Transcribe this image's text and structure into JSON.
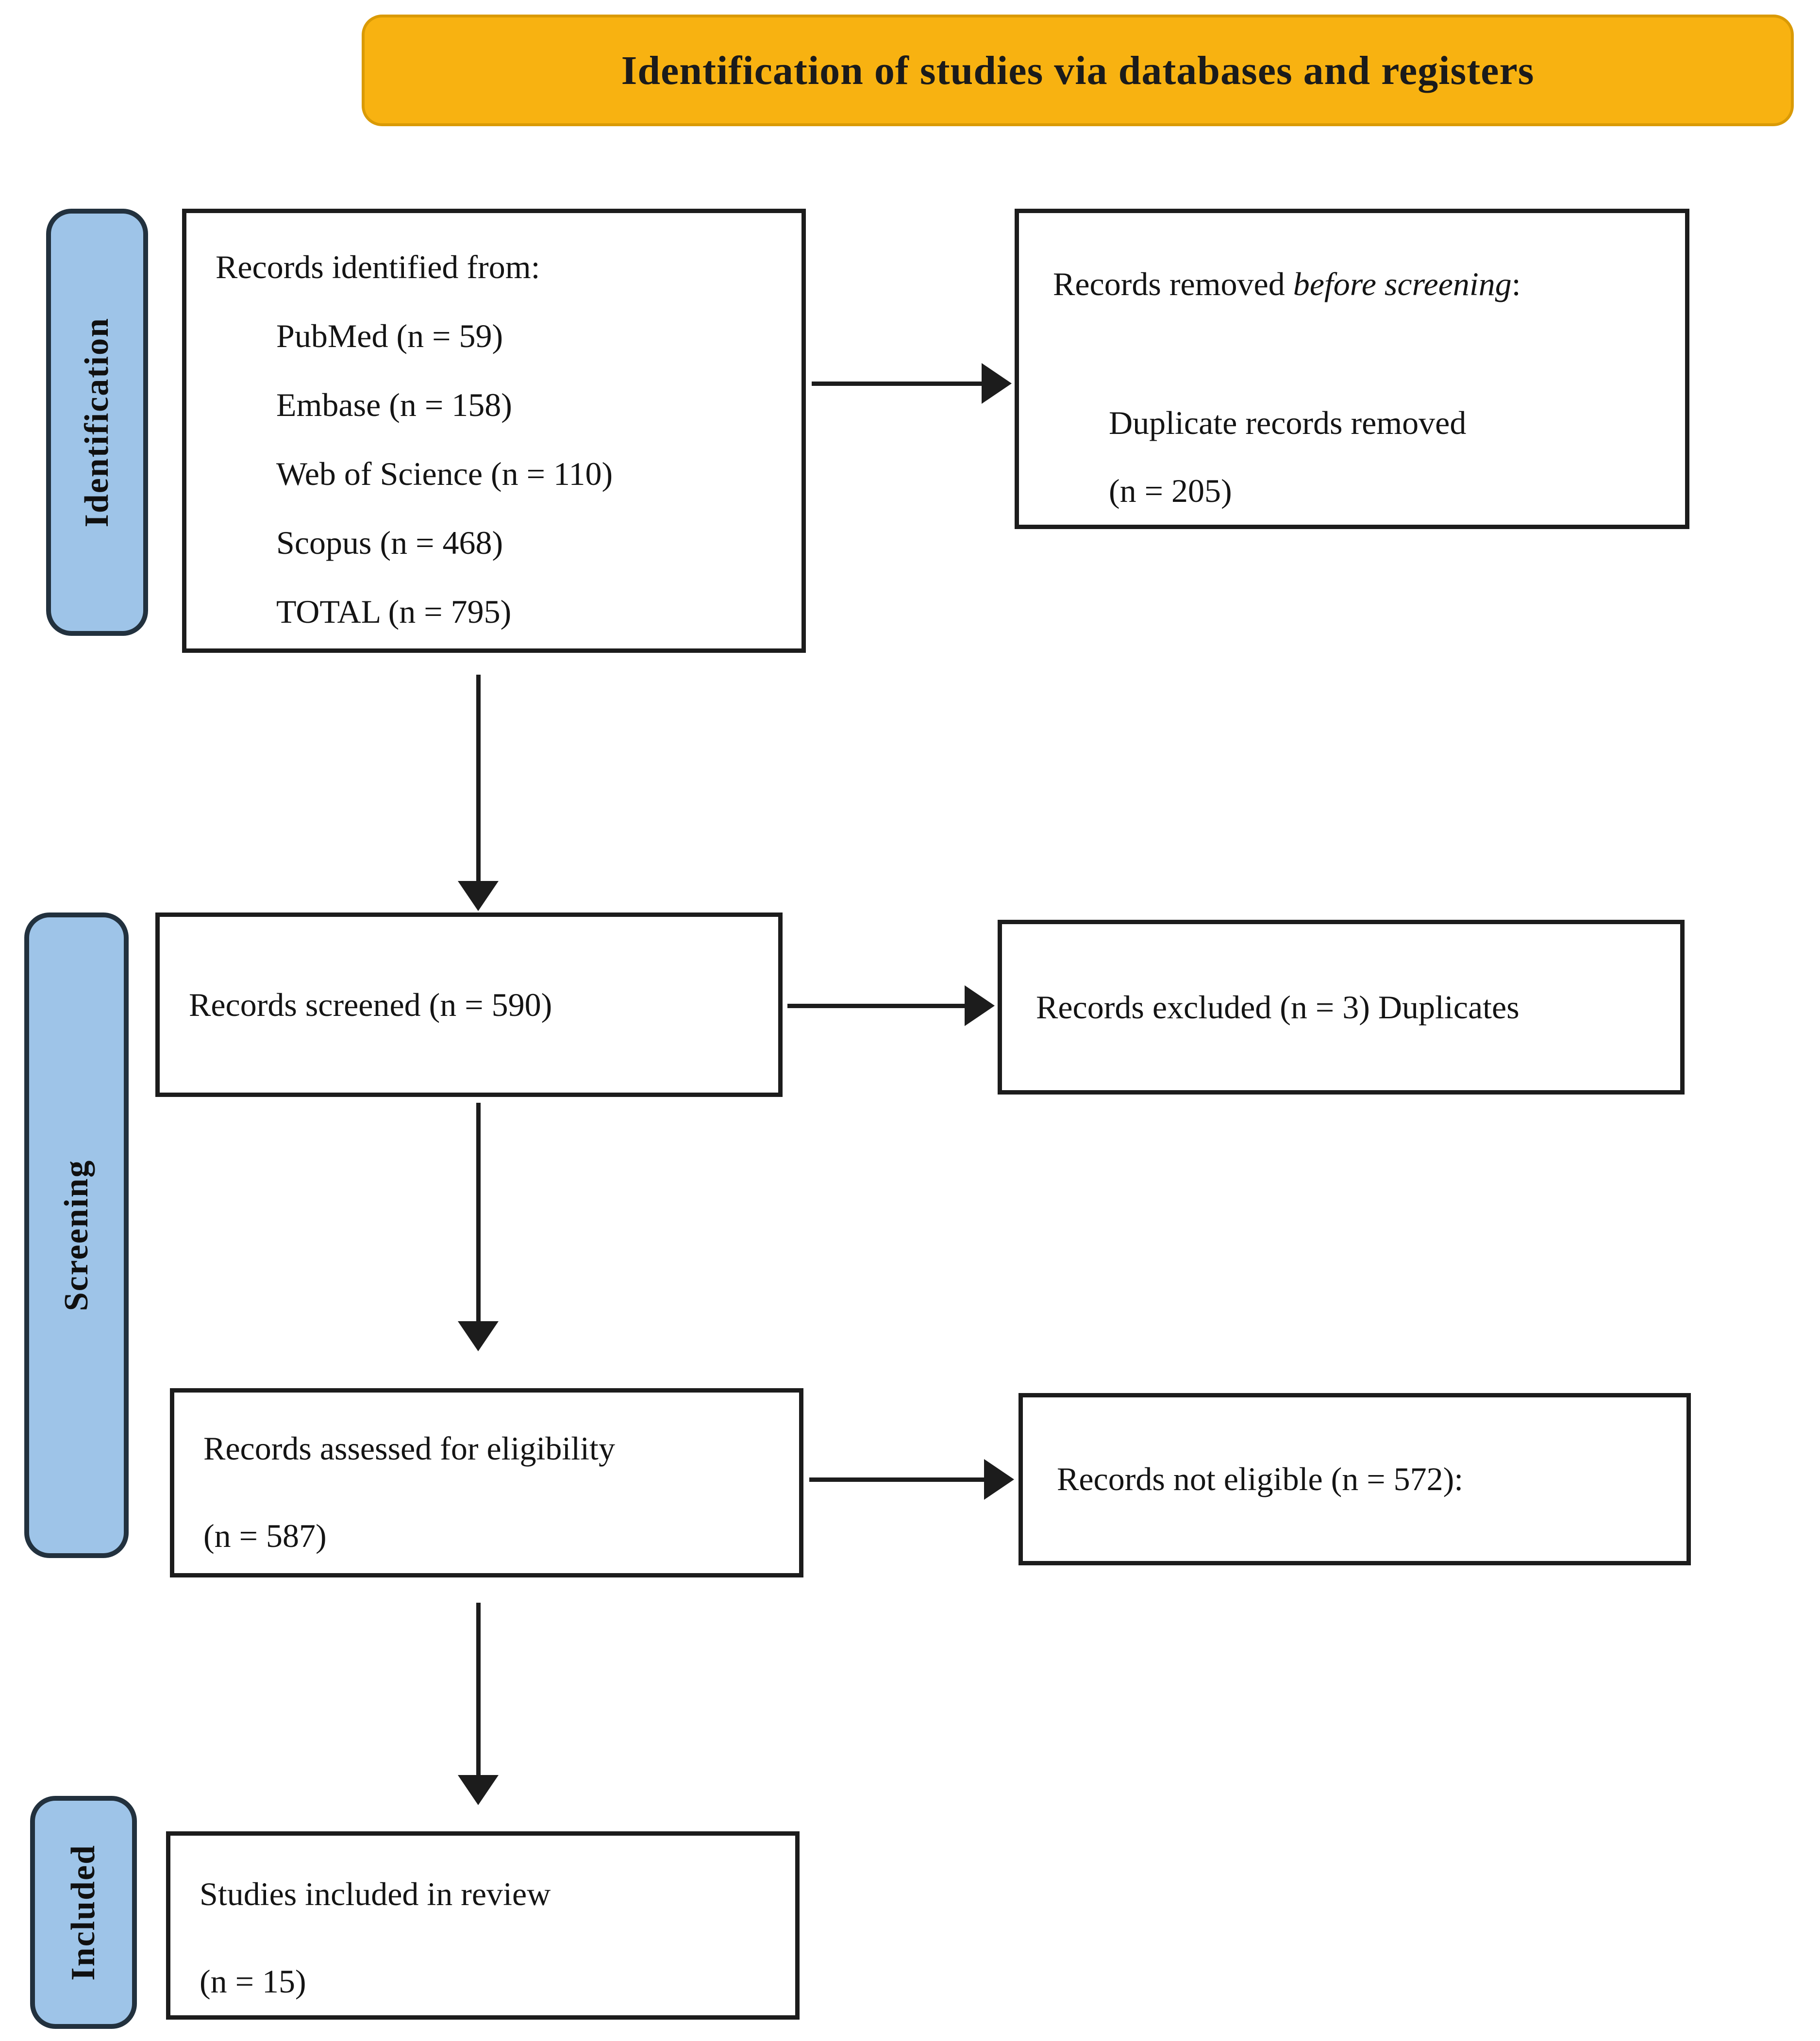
{
  "title": "Identification of studies via databases and registers",
  "colors": {
    "banner": "#F8B211",
    "stage_tab": "#9EC4E8",
    "box_border": "#1c1c1c"
  },
  "stages": [
    {
      "label": "Identification"
    },
    {
      "label": "Screening"
    },
    {
      "label": "Included"
    }
  ],
  "boxes": {
    "identified": {
      "title": "Records identified from:",
      "items": [
        "PubMed (n = 59)",
        "Embase (n = 158)",
        "Web of Science (n = 110)",
        "Scopus (n = 468)",
        "TOTAL (n = 795)"
      ]
    },
    "removed_before_screening": {
      "prefix": "Records removed ",
      "emphasis": "before screening",
      "suffix": ":",
      "detail_lines": [
        "Duplicate records removed",
        "(n = 205)"
      ]
    },
    "screened": {
      "text": "Records screened (n = 590)"
    },
    "excluded": {
      "text": "Records excluded (n = 3) Duplicates"
    },
    "assessed": {
      "lines": [
        "Records assessed for eligibility",
        "(n = 587)"
      ]
    },
    "not_eligible": {
      "text": "Records not eligible (n = 572):"
    },
    "included": {
      "lines": [
        "Studies included in review",
        "(n = 15)"
      ]
    }
  }
}
